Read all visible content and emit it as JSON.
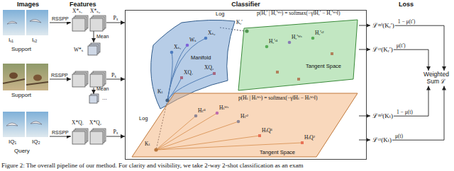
{
  "diagram": {
    "caption": "Figure 2: The overall pipeline of our method. For clarity and visibility, we take 2-way 2-shot classification as an exam",
    "nodes": [
      {
        "text": [
          "Iₛ₁",
          "Iₛ₂",
          "Support"
        ]
      },
      {
        "text": [
          "Support"
        ]
      },
      {
        "text": [
          "IQ₁",
          "IQ₂",
          "Query"
        ]
      },
      {
        "text": [
          "X*ₛ₁",
          "X*ₛ₂"
        ]
      },
      {
        "text": [
          "W*ₛ"
        ]
      },
      {
        "text": [
          "X*Q₁",
          "X*Q₂"
        ]
      },
      {
        "text": [
          "Classifier"
        ]
      },
      {
        "text": [
          "Manifold"
        ],
        "in": 6
      },
      {
        "text": [
          "Tangent Space"
        ],
        "in": 6
      },
      {
        "text": [
          "Tangent Space"
        ],
        "in": 6
      },
      {
        "text": [
          "ℒᵐⁱ(Kᵣ′)"
        ]
      },
      {
        "text": [
          "ℒᶜʳ(Kᵣ′)"
        ]
      },
      {
        "text": [
          "Weighted Sum ℒ"
        ]
      },
      {
        "text": [
          "ℒᵐⁱ(Kₜ)"
        ]
      },
      {
        "text": [
          "ℒᶜʳ(Kₜ)"
        ]
      }
    ],
    "edges": [
      {
        "from": 0,
        "to": 3,
        "label": "RSSPP",
        "arrow": "to"
      },
      {
        "from": 3,
        "to": 4,
        "label": "Mean",
        "arrow": "to"
      },
      {
        "from": 3,
        "to": 6,
        "label": "Pₓ",
        "arrow": "to"
      },
      {
        "from": 2,
        "to": 5,
        "label": "RSSPP",
        "arrow": "to"
      },
      {
        "from": 5,
        "to": 6,
        "label": "Pₓ",
        "arrow": "to"
      },
      {
        "from": 10,
        "to": 12,
        "label": "1 − μ(t′)",
        "arrow": "to"
      },
      {
        "from": 11,
        "to": 12,
        "label": "μ(t′)",
        "arrow": "to"
      },
      {
        "from": 13,
        "to": 12,
        "label": "1 − μ(t)",
        "arrow": "to"
      },
      {
        "from": 14,
        "to": 12,
        "label": "μ(t)",
        "arrow": "to"
      }
    ],
    "labels": [
      "Images",
      "Features",
      "Loss",
      "RSSPP",
      "Mean",
      "...",
      "Pₓ",
      "p(Hᵣ′ | Hᵣ′ᵂˢ) = softmax(−γ‖Hᵣ′ − Hᵣ′ᵂˢ‖)",
      "Log",
      "Kᵣ′",
      "Xₛ₁",
      "Wₛ",
      "Xₛ₂",
      "XQ₁",
      "XQ₂",
      "Kₜ",
      "Hᵣ′ˢ¹",
      "Hᵣ′ᵂˢ",
      "Hᵣ′ˢ²",
      "Log",
      "Kₜ",
      "Hₜˢ¹",
      "Hₜᵂˢ",
      "Hₜˢ²",
      "HₜQ¹",
      "HₜQ²",
      "p(Hₜ | Hₜᵂˢ) = softmax(−γ‖Hₜ − Hₜᵂˢ‖)"
    ]
  }
}
